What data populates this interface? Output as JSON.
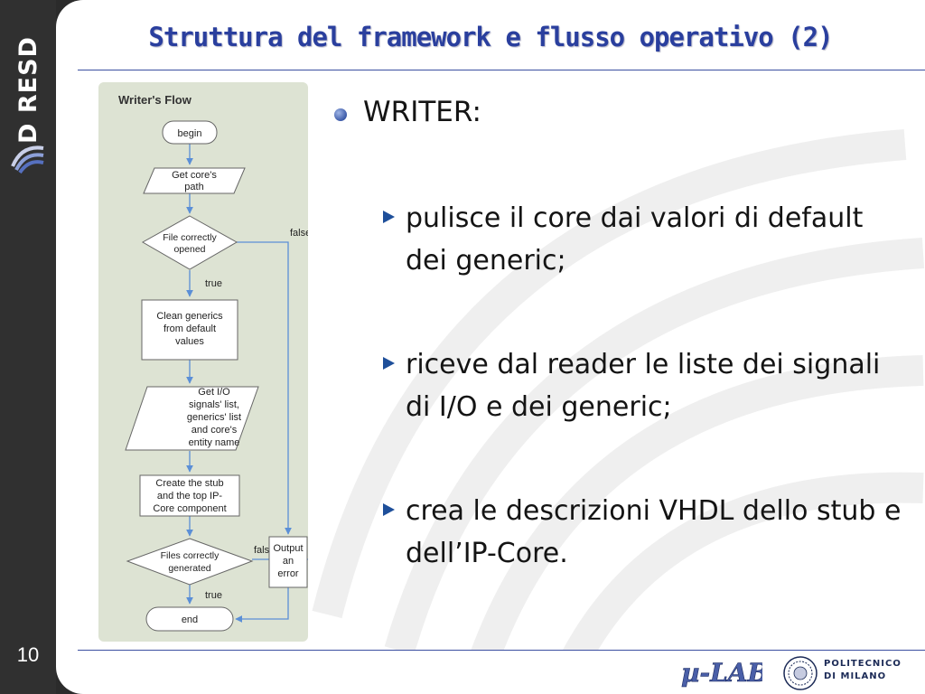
{
  "sidebar": {
    "logo_text": "D RESD",
    "page_number": "10"
  },
  "slide": {
    "title": "Struttura del framework e flusso operativo (2)"
  },
  "flowchart": {
    "heading": "Writer's Flow",
    "nodes": {
      "begin": "begin",
      "get_path": [
        "Get core's",
        "path"
      ],
      "file_opened": [
        "File correctly",
        "opened"
      ],
      "clean": [
        "Clean generics",
        "from default",
        "values"
      ],
      "get_io": [
        "Get I/O",
        "signals' list,",
        "generics' list",
        "and core's",
        "entity name"
      ],
      "create_stub": [
        "Create the stub",
        "and the top IP-",
        "Core component"
      ],
      "files_generated": [
        "Files correctly",
        "generated"
      ],
      "output_error": [
        "Output",
        "an",
        "error"
      ],
      "end": "end"
    },
    "edge_labels": {
      "false_1": "false",
      "true_1": "true",
      "false_2": "false",
      "true_2": "true"
    }
  },
  "content": {
    "heading": "WRITER:",
    "items": [
      "pulisce il core dai valori di default dei generic;",
      "riceve dal reader le liste dei signali di I/O e dei generic;",
      "crea le descrizioni VHDL dello stub e dell’IP-Core."
    ]
  },
  "footer": {
    "lab_logo": "µ-LAB",
    "university_line1": "POLITECNICO",
    "university_line2": "DI MILANO"
  },
  "colors": {
    "title": "#2a3f9e",
    "rule": "#3b4fa0",
    "panel": "#dde3d3",
    "arrow": "#5b8fd6"
  }
}
